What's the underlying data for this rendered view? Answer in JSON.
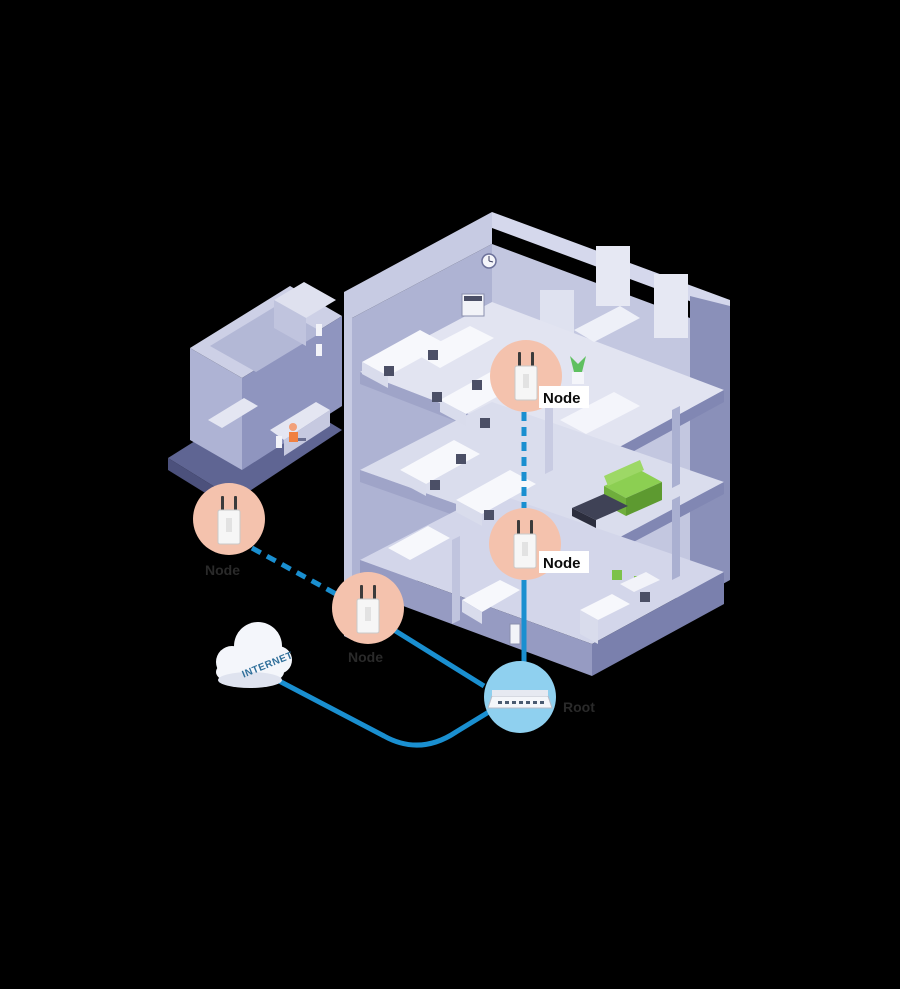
{
  "labels": {
    "node_top": "Node",
    "node_mid": "Node",
    "node_left": "Node",
    "node_bottom": "Node",
    "root": "Root",
    "internet": "INTERNET"
  },
  "colors": {
    "background": "#000000",
    "link_blue": "#1a8fd0",
    "node_circle": "#f4c2ad",
    "root_circle": "#8fd0ef",
    "building_light": "#d9dcec",
    "building_mid": "#b7bcd8",
    "building_dark": "#9298bf",
    "furniture_green": "#7dc24a"
  },
  "icons": {
    "node": "access-point-icon",
    "root": "switch-icon",
    "internet": "cloud-icon"
  }
}
